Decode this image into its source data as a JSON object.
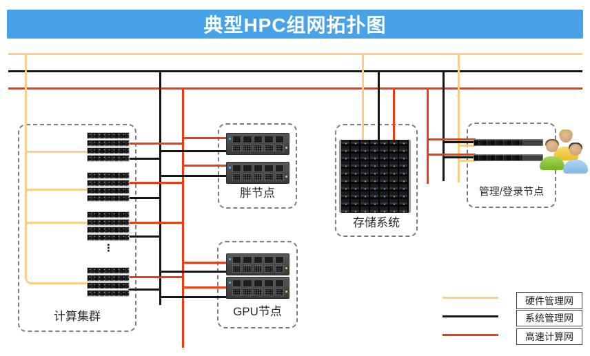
{
  "title": {
    "text": "典型HPC组网拓扑图"
  },
  "colors": {
    "title_bg": "#47a2e8",
    "title_text": "#ffffff",
    "hardware_net": "#fbce85",
    "system_net": "#141414",
    "compute_net": "#f13a10",
    "group_border": "#7b7b7b"
  },
  "groups": {
    "compute_cluster": {
      "label": "计算集群",
      "ellipsis": "⋮",
      "server_stacks": 4,
      "servers_per_stack": 4
    },
    "fat_node": {
      "label": "胖节点",
      "servers": 2
    },
    "gpu_node": {
      "label": "GPU节点",
      "servers": 2
    },
    "storage": {
      "label": "存储系统"
    },
    "mgmt_login": {
      "label": "管理/登录节点",
      "servers": 2,
      "users": 3
    }
  },
  "legend": {
    "items": [
      {
        "id": "hardware-management-network",
        "label": "硬件管理网",
        "color": "#fbce85"
      },
      {
        "id": "system-management-network",
        "label": "系统管理网",
        "color": "#141414"
      },
      {
        "id": "high-speed-compute-network",
        "label": "高速计算网",
        "color": "#f13a10"
      }
    ]
  }
}
